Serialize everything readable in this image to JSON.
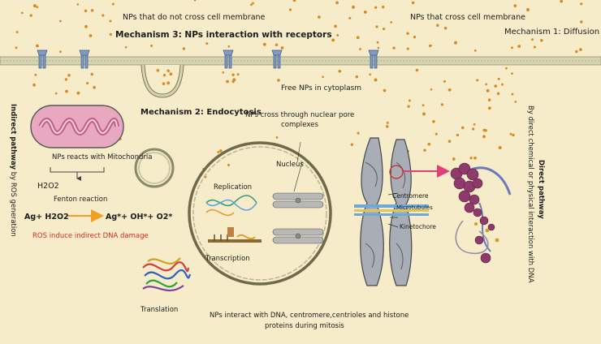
{
  "labels": {
    "nps_no_cross": "NPs that do not cross cell membrane",
    "nps_cross": "NPs that cross cell membrane",
    "mech3": "Mechanism 3: NPs interaction with receptors",
    "mech1": "Mechanism 1: Diffusion",
    "mech2": "Mechanism 2: Endocytosis",
    "free_nps": "Free NPs in cytoplasm",
    "nuclear_pore_l1": "NPs cross through nuclear pore",
    "nuclear_pore_l2": "complexes",
    "nucleus": "Nucleus",
    "replication": "Replication",
    "transcription": "Transcription",
    "translation": "Translation",
    "mito": "NPs reacts with Mitochondria",
    "h2o2": "H2O2",
    "fenton": "Fenton reaction",
    "reaction_left": "Ag+ H2O2",
    "reaction_right": "Ag*+ OH*+ O2*",
    "ros_damage": "ROS induce indirect DNA damage",
    "indirect_bold": "Indirect pathway",
    "indirect_rest": " by ROS generation",
    "direct_bold": "Direct pathway",
    "direct_rest": "By direct chemical or physical interaction with DNA",
    "centromere": "Centromere",
    "microtubules": "Microtubules",
    "kinetochore": "Kinetochore",
    "bottom_l1": "NPs interact with DNA, centromere,centrioles and histone",
    "bottom_l2": "proteins during mitosis"
  },
  "colors": {
    "background": "#f7ecc9",
    "nanoparticle": "#d98a22",
    "membrane": "#d6d3b0",
    "receptor": "#7f9cc4",
    "mitochondria": "#e8a9c0",
    "ros_text": "#d42a1e",
    "arrow_orange": "#f0a020",
    "pink_arrow": "#e0407a",
    "chromatin": "#8e3a6a"
  }
}
